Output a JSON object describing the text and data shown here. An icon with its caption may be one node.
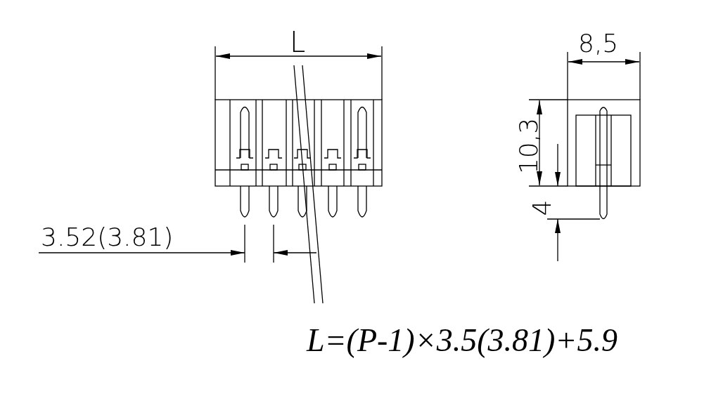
{
  "diagram": {
    "labels": [
      "L",
      "8,5",
      "10,3",
      "4",
      "3.52(3.81)",
      "L=(P-1)×3.5(3.81)+5.9"
    ]
  }
}
